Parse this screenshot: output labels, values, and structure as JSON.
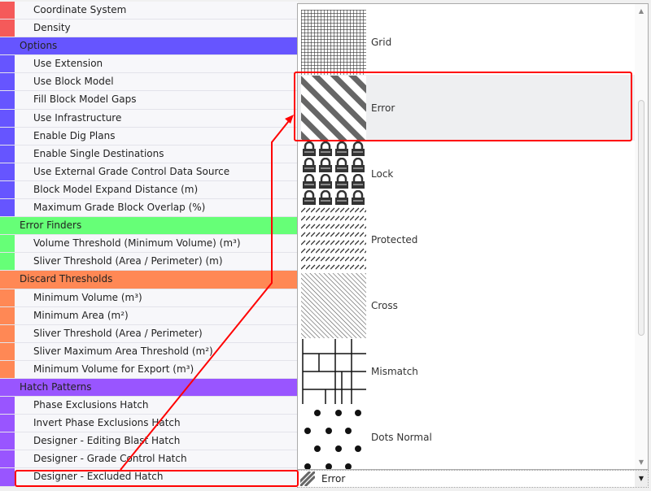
{
  "colors": {
    "general": "#f55a5a",
    "options": "#6655ff",
    "error_finders": "#66ff77",
    "discard": "#ff8855",
    "hatch": "#9955ff",
    "annotation": "#ff0000"
  },
  "properties": {
    "general_items": [
      "Coordinate System",
      "Density"
    ],
    "options": {
      "header": "Options",
      "items": [
        "Use Extension",
        "Use Block Model",
        "Fill Block Model Gaps",
        "Use Infrastructure",
        "Enable Dig Plans",
        "Enable Single Destinations",
        "Use External Grade Control Data Source",
        "Block Model Expand Distance (m)",
        "Maximum Grade Block Overlap (%)"
      ]
    },
    "error_finders": {
      "header": "Error Finders",
      "items": [
        "Volume Threshold (Minimum Volume) (m³)",
        "Sliver Threshold (Area / Perimeter) (m)"
      ]
    },
    "discard": {
      "header": "Discard Thresholds",
      "items": [
        "Minimum Volume (m³)",
        "Minimum Area (m²)",
        "Sliver Threshold (Area / Perimeter)",
        "Sliver Maximum Area Threshold (m²)",
        "Minimum Volume for Export (m³)"
      ]
    },
    "hatch": {
      "header": "Hatch Patterns",
      "items": [
        "Phase Exclusions Hatch",
        "Invert Phase Exclusions Hatch",
        "Designer - Editing Blast Hatch",
        "Designer - Grade Control Hatch",
        "Designer - Excluded Hatch"
      ]
    }
  },
  "dropdown": {
    "items": [
      "Grid",
      "Error",
      "Lock",
      "Protected",
      "Cross",
      "Mismatch",
      "Dots Normal"
    ],
    "selected": "Error"
  },
  "combo": {
    "value": "Error"
  }
}
